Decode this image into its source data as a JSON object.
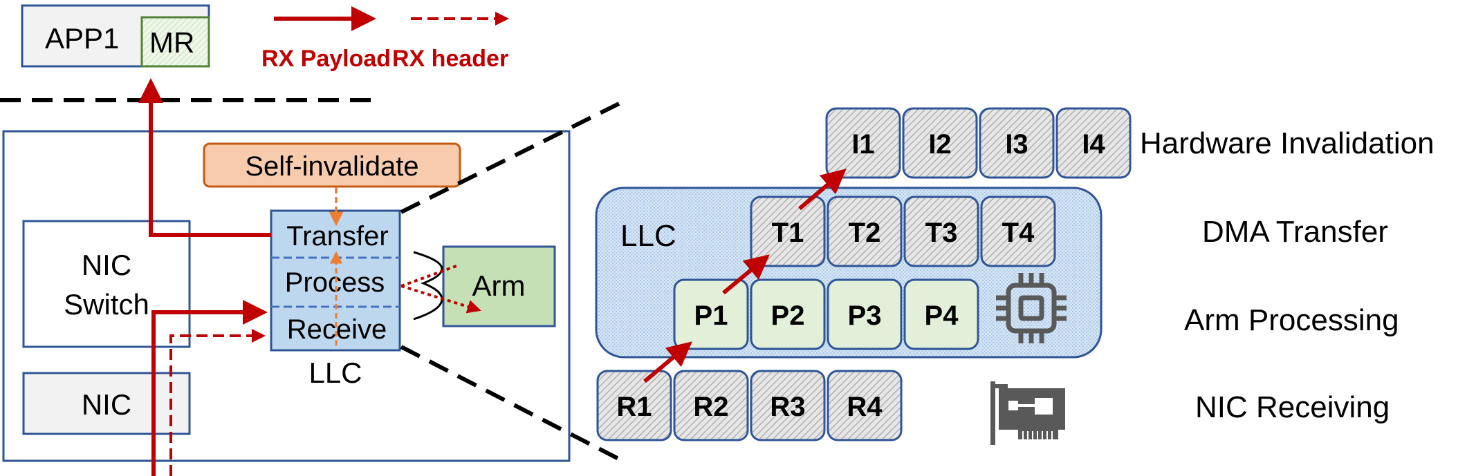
{
  "legend": {
    "payload_label": "RX Payload",
    "header_label": "RX header",
    "color": "#C00000"
  },
  "left": {
    "app_label": "APP1",
    "mr_label": "MR",
    "nic_switch_line1": "NIC",
    "nic_switch_line2": "Switch",
    "nic_label": "NIC",
    "self_invalidate_label": "Self-invalidate",
    "stages": [
      "Transfer",
      "Process",
      "Receive"
    ],
    "llc_caption": "LLC",
    "arm_label": "Arm"
  },
  "right": {
    "llc_label": "LLC",
    "invalidation_cells": [
      "I1",
      "I2",
      "I3",
      "I4"
    ],
    "transfer_cells": [
      "T1",
      "T2",
      "T3",
      "T4"
    ],
    "processing_cells": [
      "P1",
      "P2",
      "P3",
      "P4"
    ],
    "receiving_cells": [
      "R1",
      "R2",
      "R3",
      "R4"
    ],
    "row_labels": {
      "invalidation": "Hardware Invalidation",
      "transfer": "DMA Transfer",
      "processing": "Arm Processing",
      "receiving": "NIC Receiving"
    },
    "icons": [
      "cpu-chip-icon",
      "nic-card-icon"
    ]
  },
  "colors": {
    "box_border": "#2F5597",
    "arrow": "#C00000",
    "self_invalidate_border": "#C55A11",
    "self_invalidate_fill": "#F8CBAD",
    "llc_fill": "#BDD7EE",
    "arm_fill": "#C5E0B4",
    "proc_fill": "#E2F0D9",
    "cell_gray": "#D9D9D9"
  }
}
